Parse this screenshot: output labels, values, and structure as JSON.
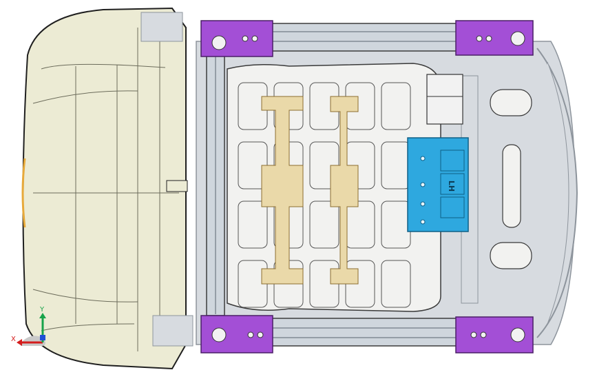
{
  "viewport": {
    "background": "#ffffff",
    "model": {
      "cushion_fill": "#ecebd4",
      "cushion_edge": "#1f1f1f",
      "frame_fill": "#d7dbe0",
      "frame_dark": "#8d949c",
      "rail_fill": "#cfd6dd",
      "pad_fill": "#f2f2f0",
      "spring_fill": "#ead9a9",
      "spring_edge": "#8c6d2e",
      "bracket_fill": "#a34fd6",
      "bracket_edge": "#4a1f66",
      "module_fill": "#2ea8df",
      "module_edge": "#0f5f86",
      "module_label": "LH",
      "sensor_fill": "#f2f2f2"
    }
  },
  "triad": {
    "x_label": "X",
    "y_label": "Y",
    "x_color": "#d41c1c",
    "y_color": "#17a34a",
    "z_color": "#1f4fd6"
  }
}
